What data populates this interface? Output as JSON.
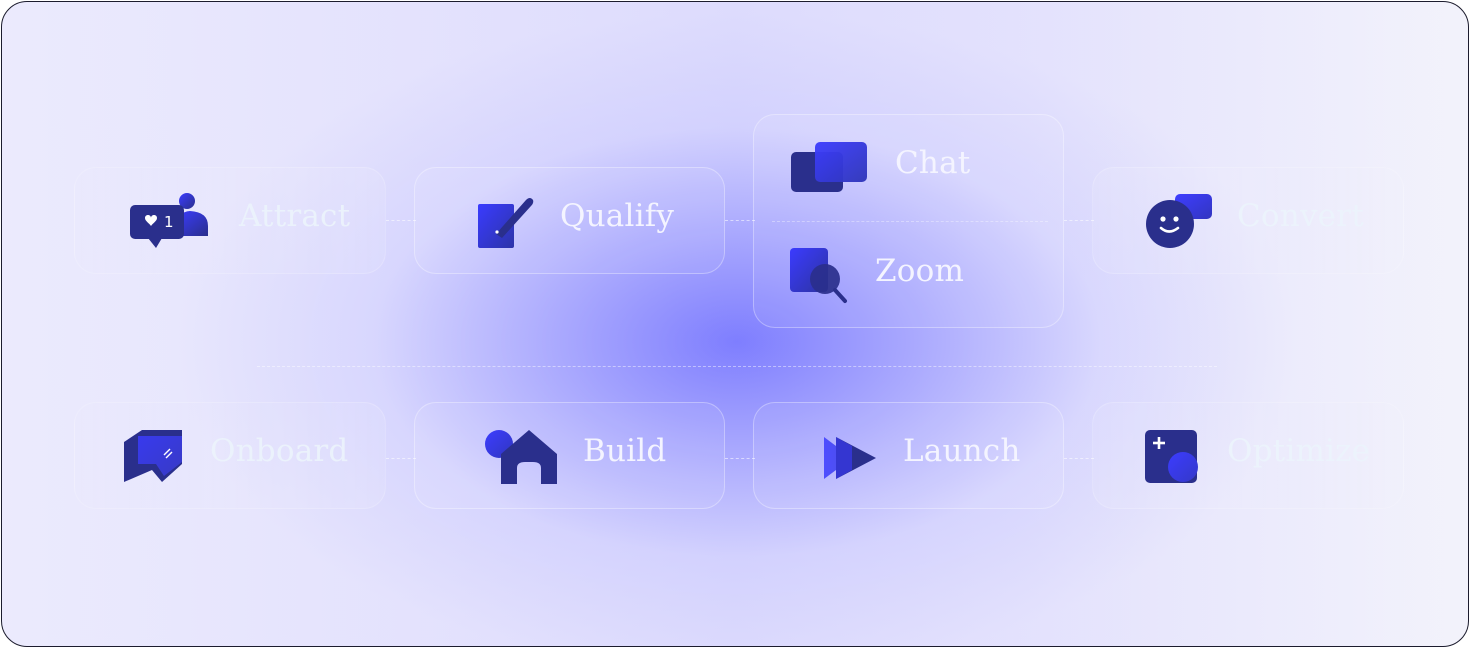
{
  "steps_top": {
    "attract": {
      "label": "Attract",
      "icon": "like-notification-icon",
      "badge_count": "1"
    },
    "qualify": {
      "label": "Qualify",
      "icon": "edit-note-icon"
    },
    "chat": {
      "label": "Chat",
      "icon": "chat-bubbles-icon"
    },
    "zoom": {
      "label": "Zoom",
      "icon": "zoom-search-icon"
    },
    "convert": {
      "label": "Convert",
      "icon": "smiley-chat-icon"
    }
  },
  "steps_bottom": {
    "onboard": {
      "label": "Onboard",
      "icon": "onboard-flag-icon"
    },
    "build": {
      "label": "Build",
      "icon": "home-icon"
    },
    "launch": {
      "label": "Launch",
      "icon": "play-icon"
    },
    "optimize": {
      "label": "Optimize",
      "icon": "plus-square-icon"
    }
  },
  "colors": {
    "icon_dark": "#2a2f8c",
    "icon_bright": "#3838ff",
    "glow": "#7b7bff",
    "label": "#f4f4ff"
  }
}
